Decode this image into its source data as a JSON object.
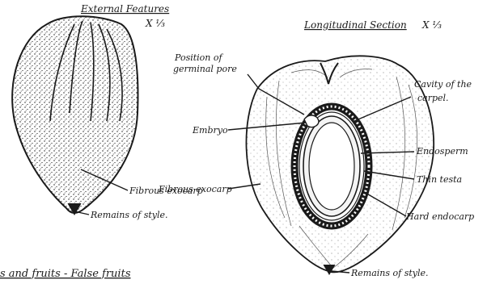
{
  "external": {
    "heading": "External Features",
    "scale": "X ⅓",
    "labels": {
      "fibrous_exocarp": "Fibrous exocarp",
      "remains_of_style": "Remains of style."
    }
  },
  "section": {
    "heading": "Longitudinal Section",
    "scale": "X ⅓",
    "labels": {
      "germinal_pore": [
        "Position of",
        "germinal pore"
      ],
      "embryo": "Embryo",
      "cavity": [
        "Cavity of the",
        "carpel."
      ],
      "endosperm": "Endosperm",
      "testa": "Thin testa",
      "endocarp": "Hard endocarp",
      "fibrous_exocarp": "Fibrous exocarp",
      "remains_of_style": "Remains of style."
    }
  },
  "footer": {
    "caption": "s and fruits - False fruits"
  },
  "colors": {
    "ink": "#1a1a1a",
    "paper": "#ffffff"
  }
}
